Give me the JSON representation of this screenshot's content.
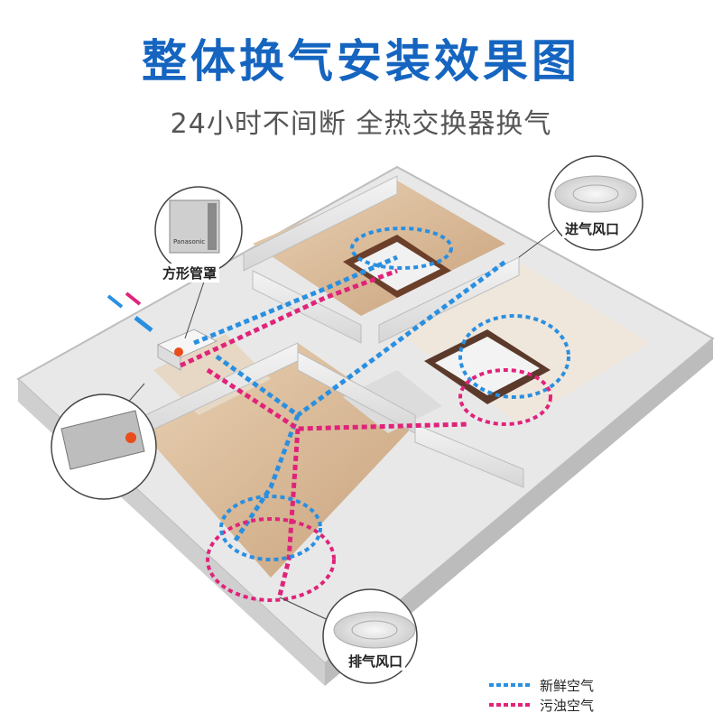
{
  "header": {
    "title": "整体换气安装效果图",
    "subtitle": "24小时不间断 全热交换器换气"
  },
  "callouts": {
    "square_hood": "方形管罩",
    "supply_vent": "进气风口",
    "exhaust_vent": "排气风口"
  },
  "brand": "Panasonic",
  "legend": {
    "fresh_air": "新鲜空气",
    "dirty_air": "污浊空气"
  },
  "colors": {
    "fresh": "#2a8fe0",
    "dirty": "#e0237a",
    "title": "#1565c0"
  }
}
